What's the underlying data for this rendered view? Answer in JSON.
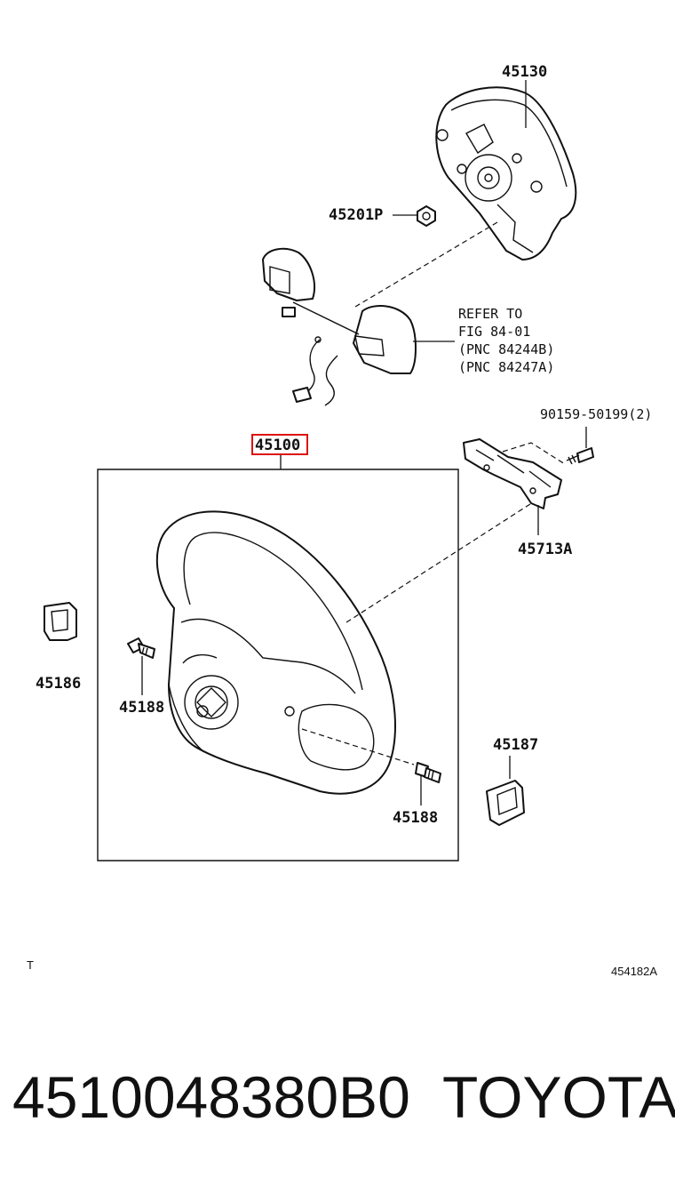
{
  "diagram": {
    "callouts": {
      "airbag": "45130",
      "nut": "45201P",
      "refer_line1": "REFER TO",
      "refer_line2": "FIG 84-01",
      "refer_line3": "(PNC 84244B)",
      "refer_line4": "(PNC 84247A)",
      "wheel_assembly": "45100",
      "bolt": "90159-50199(2)",
      "bracket": "45713A",
      "cover_left": "45186",
      "screw_left": "45188",
      "cover_right": "45187",
      "screw_right": "45188"
    },
    "corner_mark": "T",
    "illustration_code": "454182A"
  },
  "footer": {
    "part_number": "4510048380B0",
    "brand": "TOYOTA"
  },
  "highlight_color": "#dd1111"
}
